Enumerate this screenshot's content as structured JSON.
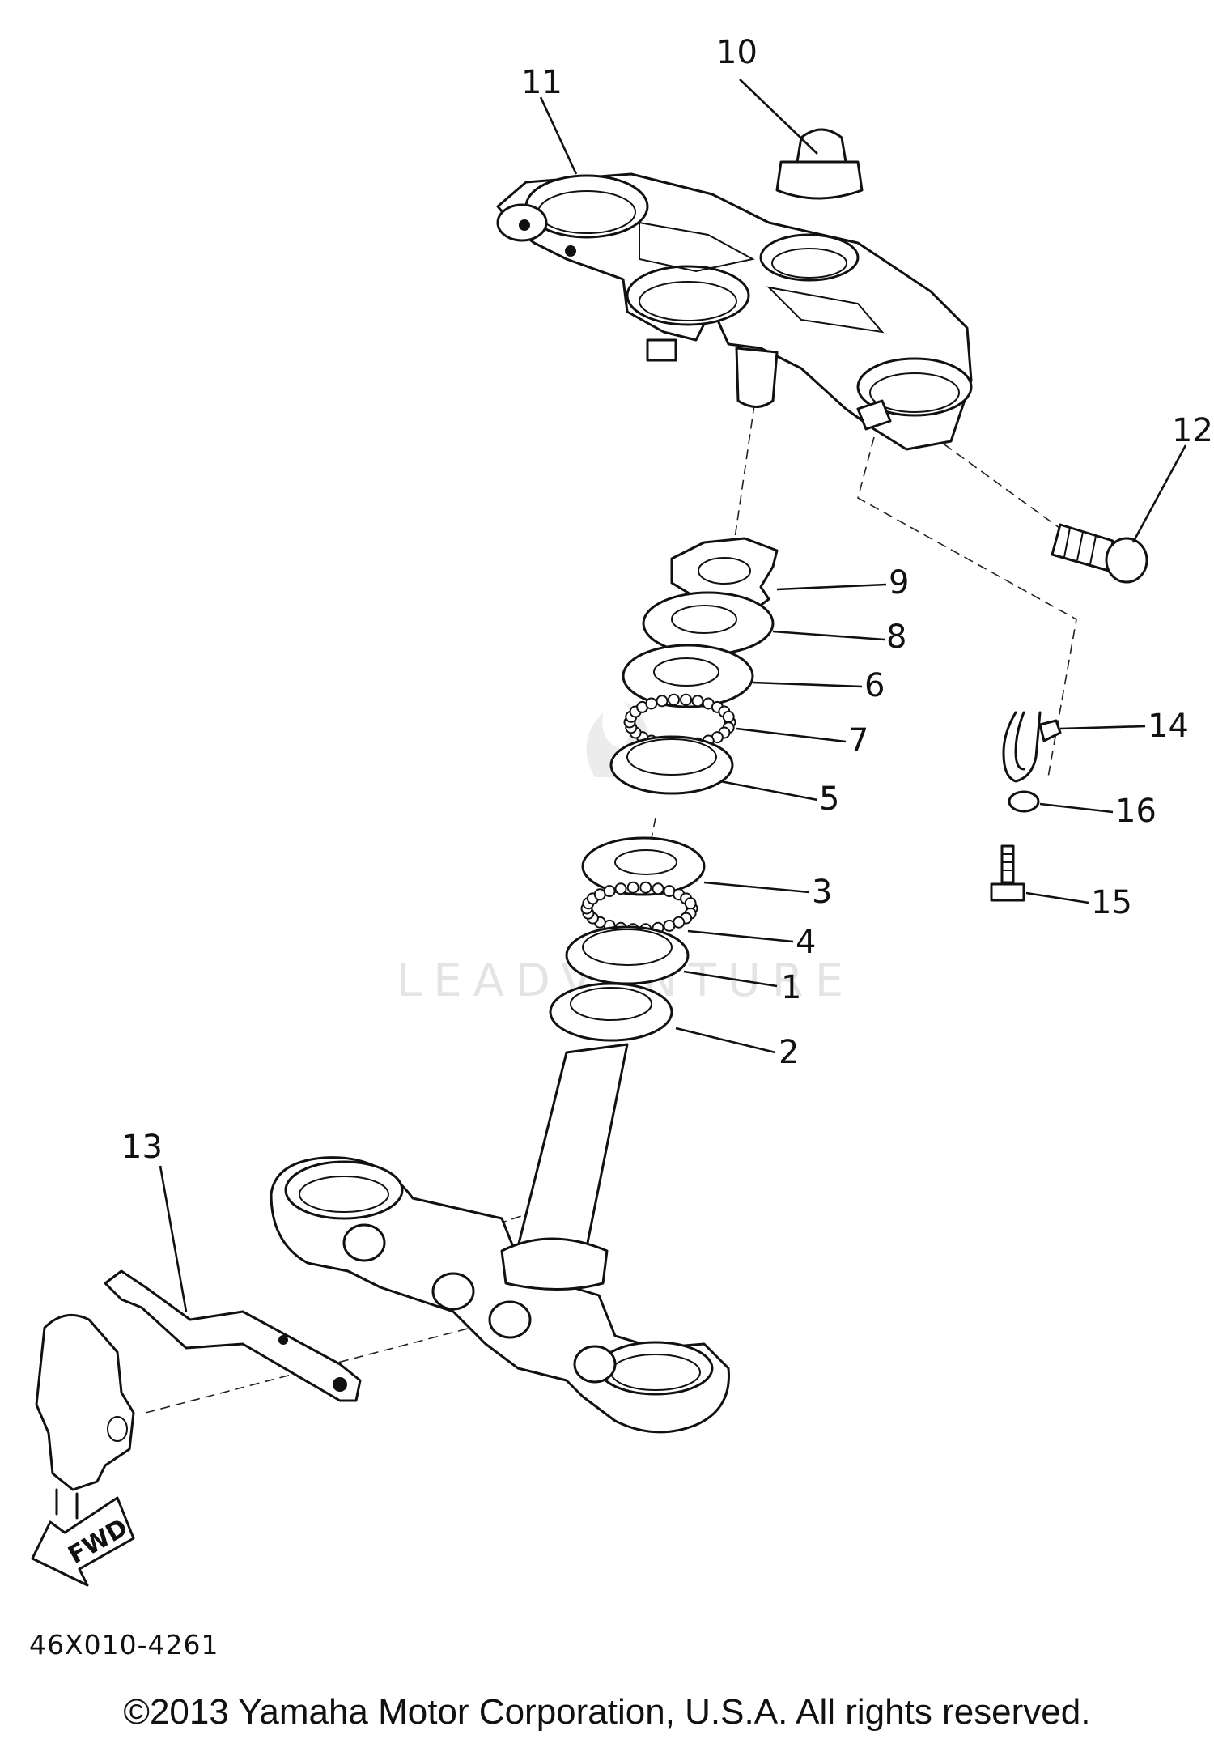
{
  "diagram": {
    "code": "46X010-4261",
    "copyright": "©2013 Yamaha Motor Corporation, U.S.A. All rights reserved.",
    "watermark": "LEADVENTURE",
    "fwd_label": "FWD",
    "callouts": [
      "1",
      "2",
      "3",
      "4",
      "5",
      "6",
      "7",
      "8",
      "9",
      "10",
      "11",
      "12",
      "13",
      "14",
      "15",
      "16"
    ]
  }
}
